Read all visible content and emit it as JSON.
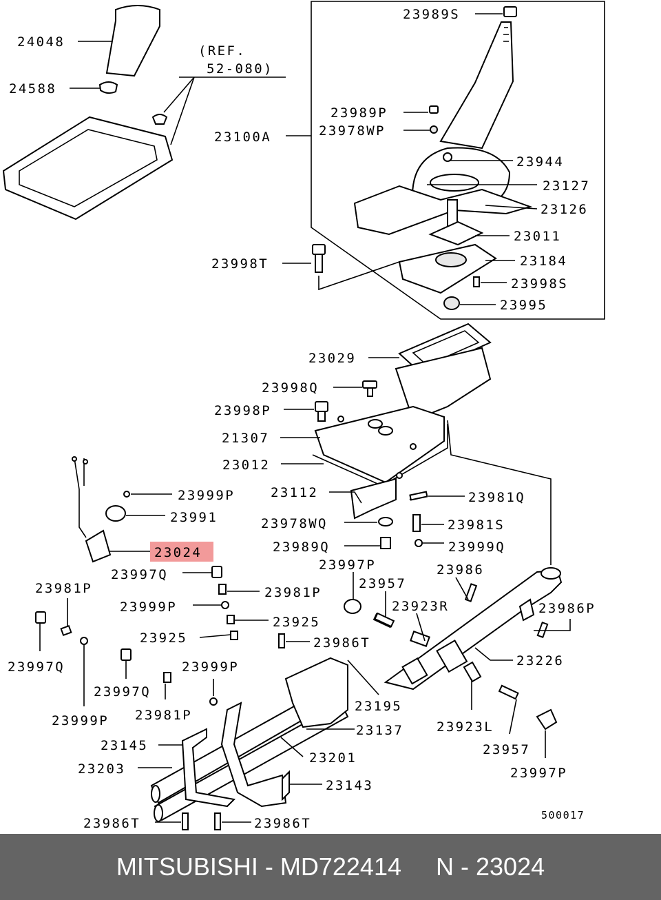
{
  "diagram": {
    "ref_line1": "(REF.",
    "ref_line2": "52-080)",
    "figure_code": "500017",
    "highlight_color": "#f29a9a",
    "labels": [
      {
        "text": "24048"
      },
      {
        "text": "24588"
      },
      {
        "text": "23989S"
      },
      {
        "text": "23989P"
      },
      {
        "text": "23978WP"
      },
      {
        "text": "23100A"
      },
      {
        "text": "23944"
      },
      {
        "text": "23127"
      },
      {
        "text": "23126"
      },
      {
        "text": "23011"
      },
      {
        "text": "23184"
      },
      {
        "text": "23998T"
      },
      {
        "text": "23998S"
      },
      {
        "text": "23995"
      },
      {
        "text": "23029"
      },
      {
        "text": "23998Q"
      },
      {
        "text": "23998P"
      },
      {
        "text": "21307"
      },
      {
        "text": "23012"
      },
      {
        "text": "23999P"
      },
      {
        "text": "23112"
      },
      {
        "text": "23981Q"
      },
      {
        "text": "23991"
      },
      {
        "text": "23978WQ"
      },
      {
        "text": "23981S"
      },
      {
        "text": "23024"
      },
      {
        "text": "23989Q"
      },
      {
        "text": "23999Q"
      },
      {
        "text": "23997P"
      },
      {
        "text": "23997Q"
      },
      {
        "text": "23957"
      },
      {
        "text": "23986"
      },
      {
        "text": "23981P"
      },
      {
        "text": "23981P"
      },
      {
        "text": "23923R"
      },
      {
        "text": "23999P"
      },
      {
        "text": "23986P"
      },
      {
        "text": "23925"
      },
      {
        "text": "23925"
      },
      {
        "text": "23986T"
      },
      {
        "text": "23997Q"
      },
      {
        "text": "23226"
      },
      {
        "text": "23999P"
      },
      {
        "text": "23997Q"
      },
      {
        "text": "23195"
      },
      {
        "text": "23981P"
      },
      {
        "text": "23923L"
      },
      {
        "text": "23999P"
      },
      {
        "text": "23137"
      },
      {
        "text": "23145"
      },
      {
        "text": "23957"
      },
      {
        "text": "23201"
      },
      {
        "text": "23203"
      },
      {
        "text": "23997P"
      },
      {
        "text": "23143"
      },
      {
        "text": "23986T"
      },
      {
        "text": "23986T"
      }
    ]
  },
  "footer": {
    "brand": "MITSUBISHI",
    "part_number": "MD722414",
    "ref": "N - 23024"
  }
}
